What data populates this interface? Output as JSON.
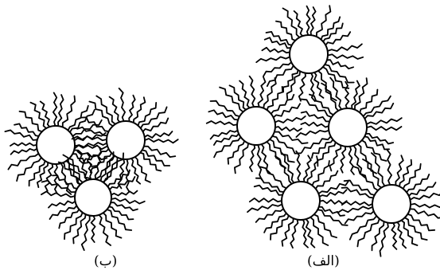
{
  "captions": {
    "panel_b": "(ب)",
    "panel_alef": "(الف)"
  },
  "panels": [
    {
      "id": "panel-b",
      "particle_count": 3
    },
    {
      "id": "panel-alef",
      "particle_count": 5
    }
  ],
  "colors": {
    "ink": "#000000",
    "core_fill": "#ffffff",
    "background": "#ffffff"
  }
}
